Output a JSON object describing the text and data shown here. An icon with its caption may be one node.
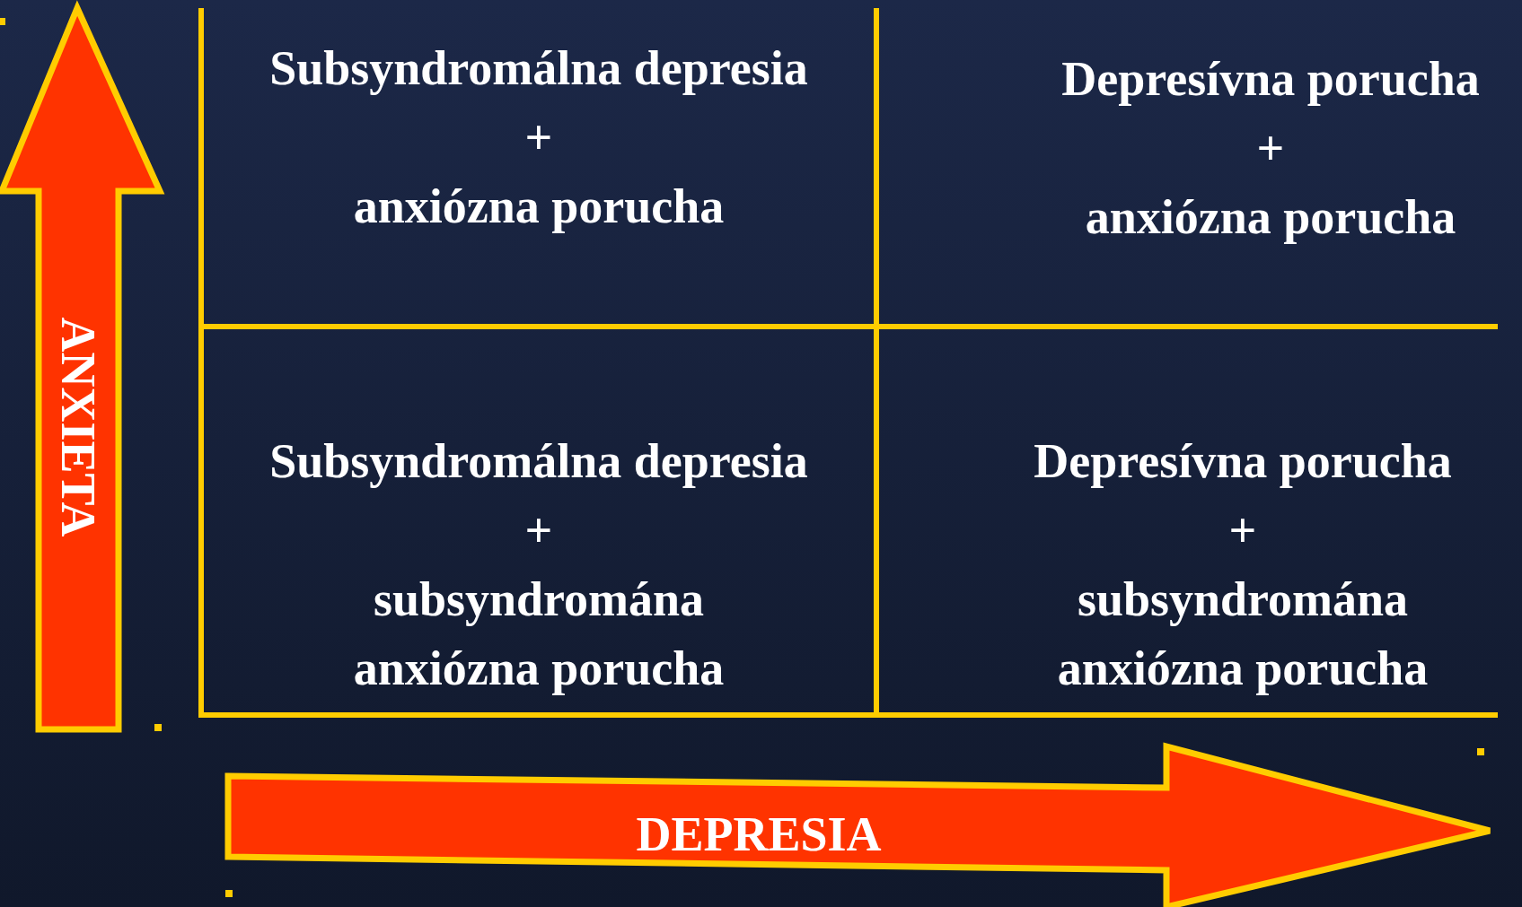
{
  "diagram": {
    "nodes": [
      {
        "text": [
          "Subsyndromálna depresia",
          "+",
          "anxiózna porucha"
        ]
      },
      {
        "text": [
          "Depresívna porucha",
          "+",
          "anxiózna porucha"
        ]
      },
      {
        "text": [
          "Subsyndromálna depresia",
          "+",
          "subsyndromána anxiózna porucha"
        ]
      },
      {
        "text": [
          "Depresívna porucha",
          "+",
          "subsyndromána anxiózna porucha"
        ]
      }
    ],
    "edges": [],
    "labels": [
      "ANXIETA",
      "DEPRESIA"
    ]
  }
}
